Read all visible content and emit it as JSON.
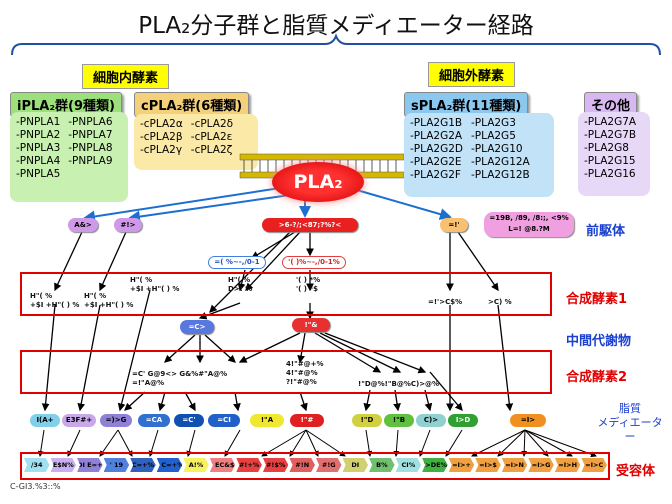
{
  "title": "PLA₂分子群と脂質メディエーター経路",
  "sections": {
    "intracellular": "細胞内酵素",
    "extracellular": "細胞外酵素"
  },
  "groups": {
    "ipla2": {
      "title": "iPLA₂群(9種類)",
      "col1": [
        "-PNPLA1",
        "-PNPLA2",
        "-PNPLA3",
        "-PNPLA4",
        "-PNPLA5"
      ],
      "col2": [
        "-PNPLA6",
        "-PNPLA7",
        "-PNPLA8",
        "-PNPLA9"
      ]
    },
    "cpla2": {
      "title": "cPLA₂群(6種類)",
      "col1": [
        "-cPLA2α",
        "-cPLA2β",
        "-cPLA2γ"
      ],
      "col2": [
        "-cPLA2δ",
        "-cPLA2ε",
        "-cPLA2ζ"
      ]
    },
    "spla2": {
      "title": "sPLA₂群(11種類)",
      "col1": [
        "-PLA2G1B",
        "-PLA2G2A",
        "-PLA2G2D",
        "-PLA2G2E",
        "-PLA2G2F"
      ],
      "col2": [
        "-PLA2G3",
        "-PLA2G5",
        "-PLA2G10",
        "-PLA2G12A",
        "-PLA2G12B"
      ]
    },
    "other": {
      "title": "その他",
      "items": [
        "-PLA2G7A",
        "-PLA2G7B",
        "-PLA2G8",
        "-PLA2G15",
        "-PLA2G16"
      ]
    }
  },
  "center_enzyme": "PLA₂",
  "side_labels": {
    "precursor": "前駆体",
    "synthase1": "合成酵素1",
    "intermediate": "中間代謝物",
    "synthase2": "合成酵素2",
    "mediator": "脂質\nメディエーター",
    "receptor": "受容体"
  },
  "precursors": [
    "A&>",
    "#!>",
    ">6-?/;<87;?%?<",
    "=!'",
    "=19B, /89, /8:;, <9%\nL=! @8.?M"
  ],
  "precursor_sub": [
    "=( %~-,/0-1",
    "'( )%~-,/0-1%"
  ],
  "synthase1": [
    "H\"( %\n+$I +H\"( ) %",
    "H\"( %\n+$I +H\"( ) %",
    "H\"( %\n+$I +H\"( ) %",
    "H\"( %\nD>! %",
    "'( ) *%\n'( ) *$",
    "=!'>C$%",
    ">C) %"
  ],
  "intermediates": [
    "=C>",
    "!\"&"
  ],
  "synthase2": [
    "=C' G@9<> G&%#\"A@%\n=!\"A@%",
    "4!\"#@+%\n4!\"#@%\n?!\"#@%",
    "!\"D@%!\"B@%C)>@%"
  ],
  "mediators": [
    {
      "text": "I(A+",
      "c": "#7fd0e8"
    },
    {
      "text": "E3F#+",
      "c": "#c8a8e8"
    },
    {
      "text": "=)>G",
      "c": "#9080d8"
    },
    {
      "text": "=CA",
      "c": "#3070d0"
    },
    {
      "text": "=C'",
      "c": "#1050b0"
    },
    {
      "text": "=CI",
      "c": "#2060c8"
    },
    {
      "text": "!\"A",
      "c": "#f0e830"
    },
    {
      "text": "!\"#",
      "c": "#e02020"
    },
    {
      "text": "!\"D",
      "c": "#d0d040"
    },
    {
      "text": "!\"B",
      "c": "#60c040"
    },
    {
      "text": "C)>",
      "c": "#90d0d0"
    },
    {
      "text": "I>D",
      "c": "#30a030"
    },
    {
      "text": "=I>",
      "c": "#f09020"
    }
  ],
  "receptors": [
    {
      "text": "/34",
      "c": "#a0e0f0"
    },
    {
      "text": "E$N%",
      "c": "#c8b0f0"
    },
    {
      "text": "DI E=+%",
      "c": "#9080d8"
    },
    {
      "text": "' 19",
      "c": "#5080e0"
    },
    {
      "text": "C=+%",
      "c": "#3060c0"
    },
    {
      "text": "J C=+%",
      "c": "#2060d0"
    },
    {
      "text": "A!%",
      "c": "#f8f060"
    },
    {
      "text": "' EC&$",
      "c": "#f08080"
    },
    {
      "text": "#!+%",
      "c": "#e84040"
    },
    {
      "text": "#!$%",
      "c": "#e84040"
    },
    {
      "text": "#!N",
      "c": "#e06060"
    },
    {
      "text": "#!G",
      "c": "#e07070"
    },
    {
      "text": "DI",
      "c": "#d0d070"
    },
    {
      "text": "B%",
      "c": "#70c070"
    },
    {
      "text": "CI%",
      "c": "#a0e0e0"
    },
    {
      "text": "I>DE%",
      "c": "#40b040"
    },
    {
      "text": "=I>+",
      "c": "#f0a040"
    },
    {
      "text": "=I>$",
      "c": "#f0a040"
    },
    {
      "text": "=I>N",
      "c": "#f0a040"
    },
    {
      "text": "=I>G",
      "c": "#f0a040"
    },
    {
      "text": "=I>H",
      "c": "#f0a040"
    },
    {
      "text": "=I>C",
      "c": "#f0a040"
    }
  ],
  "footnote": "C-GI3.%3::%"
}
